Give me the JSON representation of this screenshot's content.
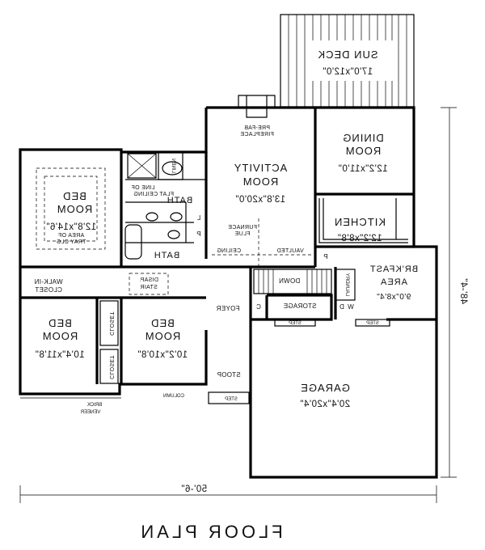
{
  "title": "FLOOR PLAN",
  "overall_width": "50'-6\"",
  "overall_depth": "48'-4\"",
  "rooms": {
    "sun_deck": {
      "name": "SUN DECK",
      "size": "17'0\"x12'0\""
    },
    "dining": {
      "name_1": "DINING",
      "name_2": "ROOM",
      "size": "12'2\"x11'0\""
    },
    "activity": {
      "name_1": "ACTIVITY",
      "name_2": "ROOM",
      "size": "13'8\"x20'0\""
    },
    "kitchen": {
      "name": "KITCHEN",
      "size": "12'2\"x8'8\""
    },
    "breakfast": {
      "name_1": "BR'KFAST",
      "name_2": "AREA",
      "size": "9'0\"x8'4\""
    },
    "master_bed": {
      "name_1": "BED",
      "name_2": "ROOM",
      "size": "12'8\"x14'6\""
    },
    "bed_left": {
      "name_1": "BED",
      "name_2": "ROOM",
      "size": "10'4\"x11'8\""
    },
    "bed_mid": {
      "name_1": "BED",
      "name_2": "ROOM",
      "size": "10'2\"x10'8\""
    },
    "garage": {
      "name": "GARAGE",
      "size": "20'4\"x20'4\""
    }
  },
  "labels": {
    "fireplace_1": "PRE-FAB",
    "fireplace_2": "FIREPLACE",
    "tray_1": "AREA OF",
    "tray_2": "TRAY CLG",
    "line_of_1": "LINE OF",
    "line_of_2": "FLAT CEILING",
    "bath_1": "BATH",
    "bath_2": "BATH",
    "furnace_1": "FURNACE",
    "furnace_2": "FLUE",
    "ceiling": "CEILING",
    "vaulted": "VAULTED",
    "walkin_1": "WALK-IN",
    "walkin_2": "CLOSET",
    "disap_1": "DISAP.",
    "disap_2": "STAIR",
    "down": "DOWN",
    "foyer": "FOYER",
    "storage": "STORAGE",
    "step_1": "STEP",
    "step_2": "STEP",
    "step_3": "STEP",
    "stoop": "STOOP",
    "column": "COLUMN",
    "brick_1": "BRICK",
    "brick_2": "VENEER",
    "closet_1": "CLOSET",
    "closet_2": "CLOSET",
    "linen": "LINEN",
    "l_mark": "L",
    "p_mark_1": "P",
    "p_mark_2": "P",
    "c_mark": "C",
    "d_mark": "D",
    "w_mark": "W",
    "laundry": "LAUNDRY"
  }
}
